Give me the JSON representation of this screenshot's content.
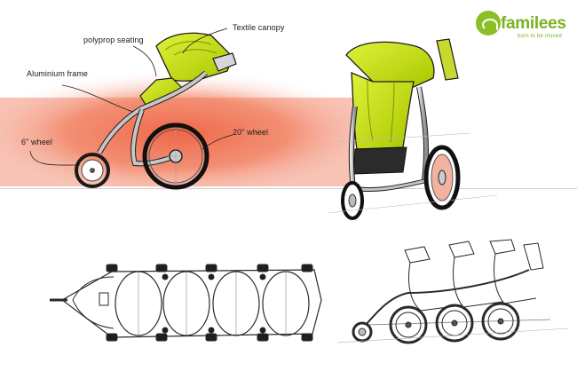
{
  "brand": {
    "name": "familees",
    "tagline": "born to be moved",
    "color": "#7ab31f"
  },
  "callouts": {
    "textile_canopy": "Textile canopy",
    "polyprop_seating": "polyprop seating",
    "aluminium_frame": "Aluminium frame",
    "wheel_small": "6\" wheel",
    "wheel_large": "20\" wheel"
  },
  "colors": {
    "canopy_green": "#c5e000",
    "highlight_red": "#f0603f",
    "frame_grey": "#b9b9bd",
    "ink": "#1c1c1c"
  }
}
